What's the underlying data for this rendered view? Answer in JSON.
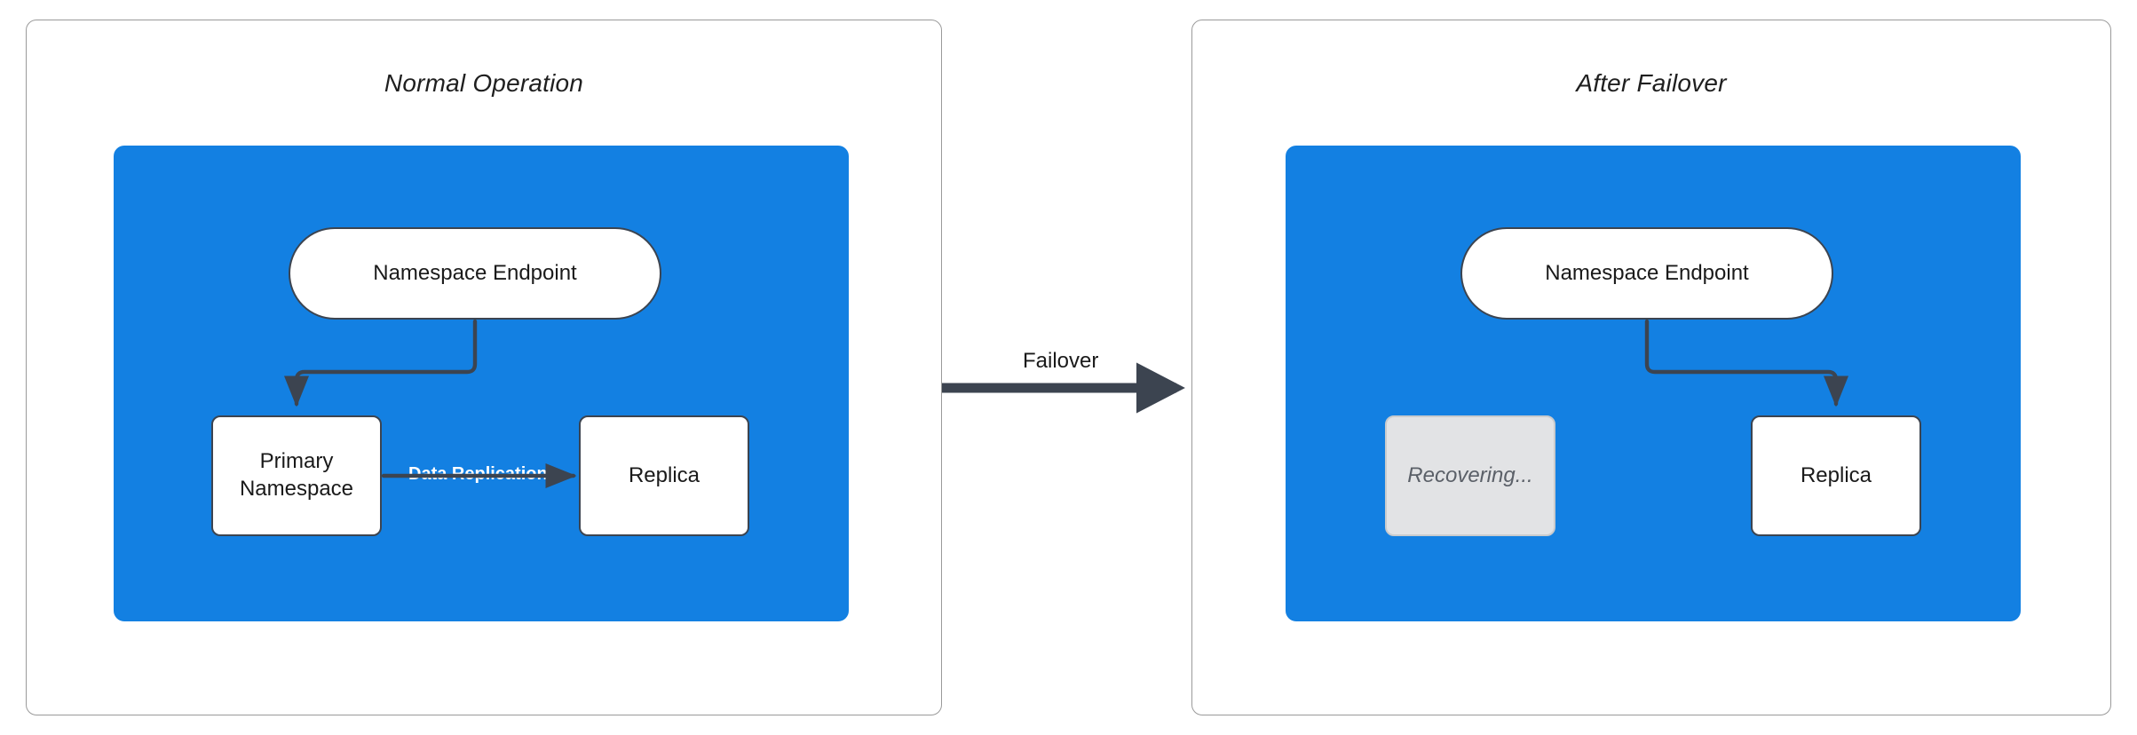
{
  "diagram": {
    "type": "flow",
    "background": "#ffffff",
    "accent_blue": "#1380e2",
    "stroke_dark": "#3c4450",
    "panel_border": "#9a9a9a",
    "ghost_fill": "#e2e3e5",
    "ghost_text": "#5b6068"
  },
  "panels": [
    {
      "id": "normal-operation",
      "title": "Normal Operation",
      "cluster": {
        "id": "cluster-left",
        "fill": "#1380e2",
        "nodes": [
          {
            "id": "ep-left",
            "label": "Namespace Endpoint",
            "shape": "pill"
          },
          {
            "id": "primary",
            "label": "Primary\nNamespace",
            "line1": "Primary",
            "line2": "Namespace",
            "shape": "box"
          },
          {
            "id": "replica-l",
            "label": "Replica",
            "shape": "box"
          }
        ],
        "edges": [
          {
            "from": "ep-left",
            "to": "primary",
            "label": "",
            "style": "elbow-left"
          },
          {
            "from": "primary",
            "to": "replica-l",
            "label": "Data Replication",
            "style": "straight"
          }
        ]
      }
    },
    {
      "id": "after-failover",
      "title": "After Failover",
      "cluster": {
        "id": "cluster-right",
        "fill": "#1380e2",
        "nodes": [
          {
            "id": "ep-right",
            "label": "Namespace Endpoint",
            "shape": "pill"
          },
          {
            "id": "recovering",
            "label": "Recovering...",
            "shape": "box",
            "state": "disabled"
          },
          {
            "id": "replica-r",
            "label": "Replica",
            "shape": "box"
          }
        ],
        "edges": [
          {
            "from": "ep-right",
            "to": "replica-r",
            "label": "",
            "style": "elbow-right"
          }
        ]
      }
    }
  ],
  "transition": {
    "label": "Failover",
    "from_panel": "normal-operation",
    "to_panel": "after-failover",
    "color": "#3c4450"
  },
  "labels": {
    "data_replication": "Data Replication",
    "failover": "Failover",
    "primary_line1": "Primary",
    "primary_line2": "Namespace",
    "replica_left": "Replica",
    "replica_right": "Replica",
    "recovering": "Recovering...",
    "endpoint_left": "Namespace Endpoint",
    "endpoint_right": "Namespace Endpoint",
    "title_left": "Normal Operation",
    "title_right": "After Failover"
  }
}
